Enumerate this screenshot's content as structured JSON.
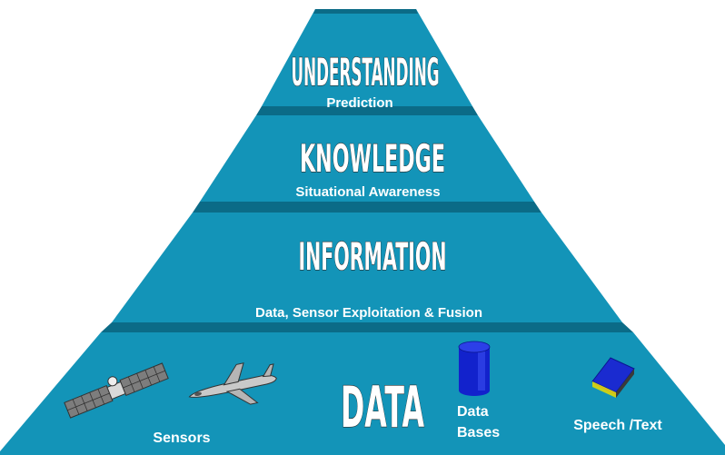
{
  "colors": {
    "tier_fill": "#1394B8",
    "tier_shadow": "#0B6B87",
    "text": "#ffffff",
    "db_cylinder": "#1222CC",
    "book_cover": "#1A2BD0"
  },
  "tiers": [
    {
      "title": "UNDERSTANDING",
      "subtitle": "Prediction"
    },
    {
      "title": "KNOWLEDGE",
      "subtitle": "Situational Awareness"
    },
    {
      "title": "INFORMATION",
      "subtitle": "Data, Sensor Exploitation & Fusion"
    },
    {
      "title": "DATA"
    }
  ],
  "data_sources": {
    "sensors_label": "Sensors",
    "db_label_line1": "Data",
    "db_label_line2": "Bases",
    "speech_label": "Speech /Text"
  },
  "icons": [
    "satellite-icon",
    "aircraft-icon",
    "database-icon",
    "book-icon"
  ]
}
